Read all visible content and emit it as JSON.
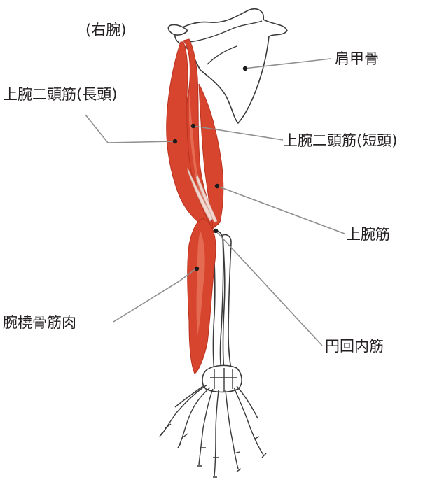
{
  "diagram": {
    "side_label": "(右腕)",
    "labels": {
      "scapula": "肩甲骨",
      "biceps_long": "上腕二頭筋(長頭)",
      "biceps_short": "上腕二頭筋(短頭)",
      "brachialis": "上腕筋",
      "brachioradialis": "腕橈骨筋肉",
      "pronator_teres": "円回内筋"
    },
    "colors": {
      "muscle": "#d8452f",
      "bone_outline": "#3a3a3a",
      "leader_line": "#8f8f8f",
      "text": "#231f20"
    }
  }
}
